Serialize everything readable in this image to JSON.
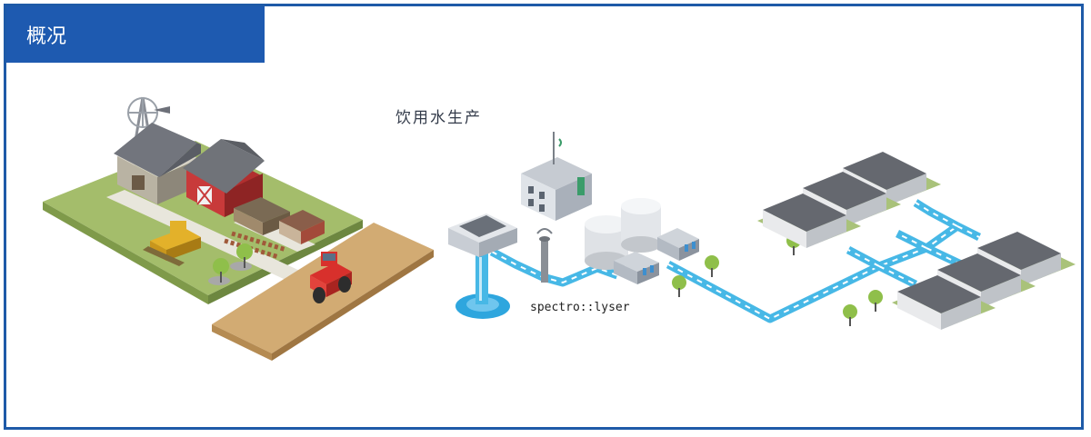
{
  "header": {
    "title": "概况"
  },
  "diagram": {
    "title": "饮用水生产",
    "sensor_label": "spectro::lyser"
  },
  "colors": {
    "frame": "#1e5aa8",
    "header_bg": "#1e5ab0",
    "pipe": "#47b8e6",
    "farmland": "#a4bd6b",
    "field": "#cda36a",
    "roof": "#6d7079"
  }
}
